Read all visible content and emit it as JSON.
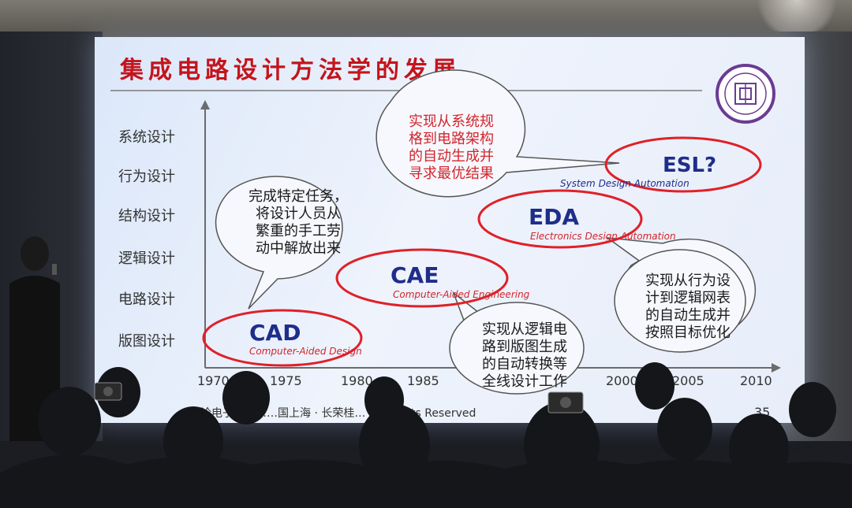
{
  "slide": {
    "title": "集成电路设计方法学的发展",
    "page_number": "35",
    "footer": "概论电子技术……国上海 · 长荣桂… All Rights Reserved",
    "y_levels": [
      "系统设计",
      "行为设计",
      "结构设计",
      "逻辑设计",
      "电路设计",
      "版图设计"
    ],
    "x_ticks": [
      "1970",
      "1975",
      "1980",
      "1985",
      "2000",
      "2005",
      "2010"
    ],
    "stages": [
      {
        "abbr": "CAD",
        "full": "Computer-Aided Design"
      },
      {
        "abbr": "CAE",
        "full": "Computer-Aided Engineering"
      },
      {
        "abbr": "EDA",
        "full": "Electronics Design Automation"
      },
      {
        "abbr": "ESL?",
        "full": "System Design Automation"
      }
    ],
    "callouts": {
      "cad": [
        "完成特定任务，",
        "将设计人员从",
        "繁重的手工劳",
        "动中解放出来"
      ],
      "cae": [
        "实现从逻辑电",
        "路到版图生成",
        "的自动转换等",
        "全线设计工作"
      ],
      "eda": [
        "实现从行为设",
        "计到逻辑网表",
        "的自动生成并",
        "按照目标优化"
      ],
      "esl": [
        "实现从系统规",
        "格到电路架构",
        "的自动生成并",
        "寻求最优结果"
      ]
    },
    "colors": {
      "title": "#c4141c",
      "ellipse": "#e02028",
      "stage_text": "#1f2d8a",
      "callout_text": "#d4242c",
      "axis": "#6b6b6b",
      "label": "#333333"
    }
  }
}
